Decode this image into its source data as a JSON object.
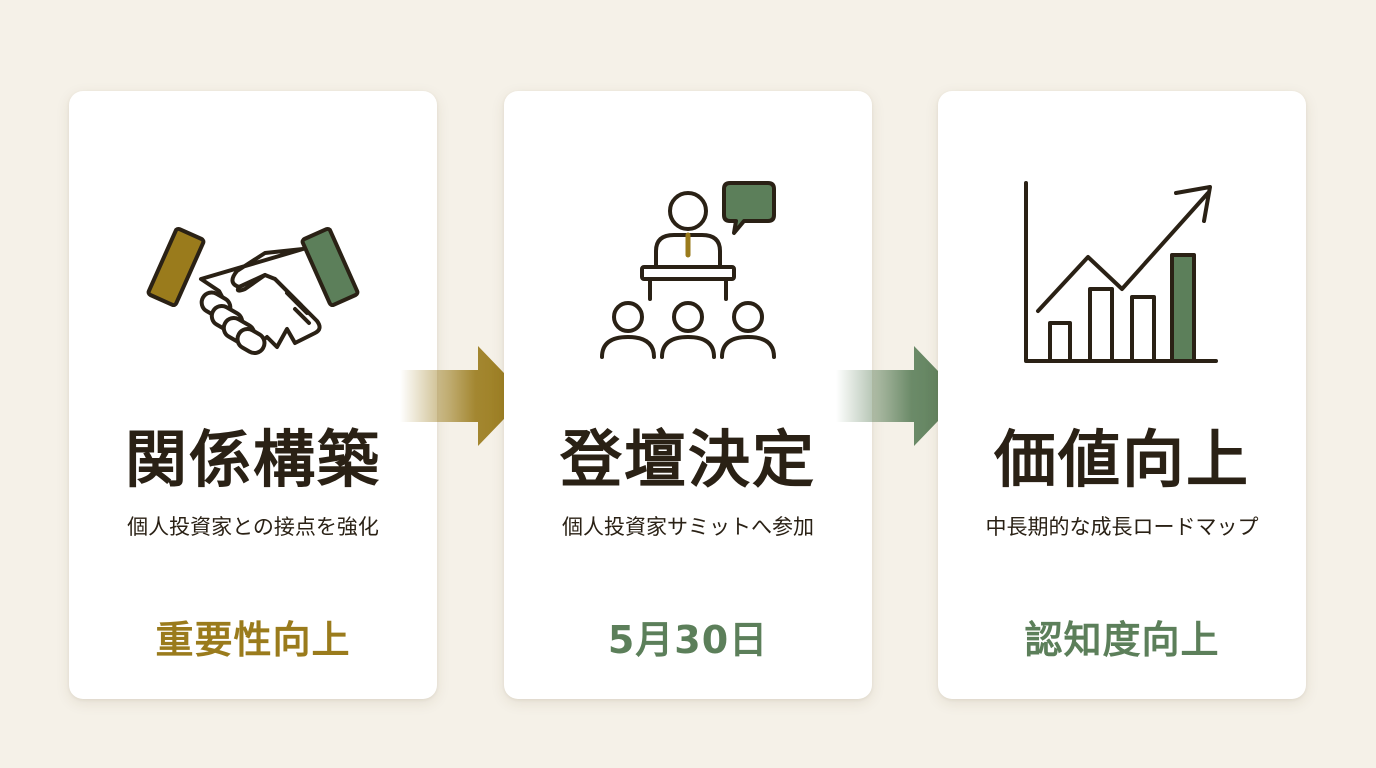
{
  "colors": {
    "background": "#f5f1e8",
    "card": "#ffffff",
    "dark": "#2a2115",
    "gold": "#9a7b1c",
    "green": "#5c7f5a"
  },
  "steps": [
    {
      "icon": "handshake-icon",
      "title": "関係構築",
      "description": "個人投資家との接点を強化",
      "highlight": "重要性向上",
      "highlight_color": "#9a7b1c"
    },
    {
      "icon": "presentation-speaker-icon",
      "title": "登壇決定",
      "description": "個人投資家サミットへ参加",
      "highlight": "5月30日",
      "highlight_color": "#5c7f5a"
    },
    {
      "icon": "growth-chart-icon",
      "title": "価値向上",
      "description": "中長期的な成長ロードマップ",
      "highlight": "認知度向上",
      "highlight_color": "#5c7f5a"
    }
  ],
  "arrows": [
    {
      "icon": "right-arrow-icon",
      "color": "#9a7b1c"
    },
    {
      "icon": "right-arrow-icon",
      "color": "#5c7f5a"
    }
  ]
}
